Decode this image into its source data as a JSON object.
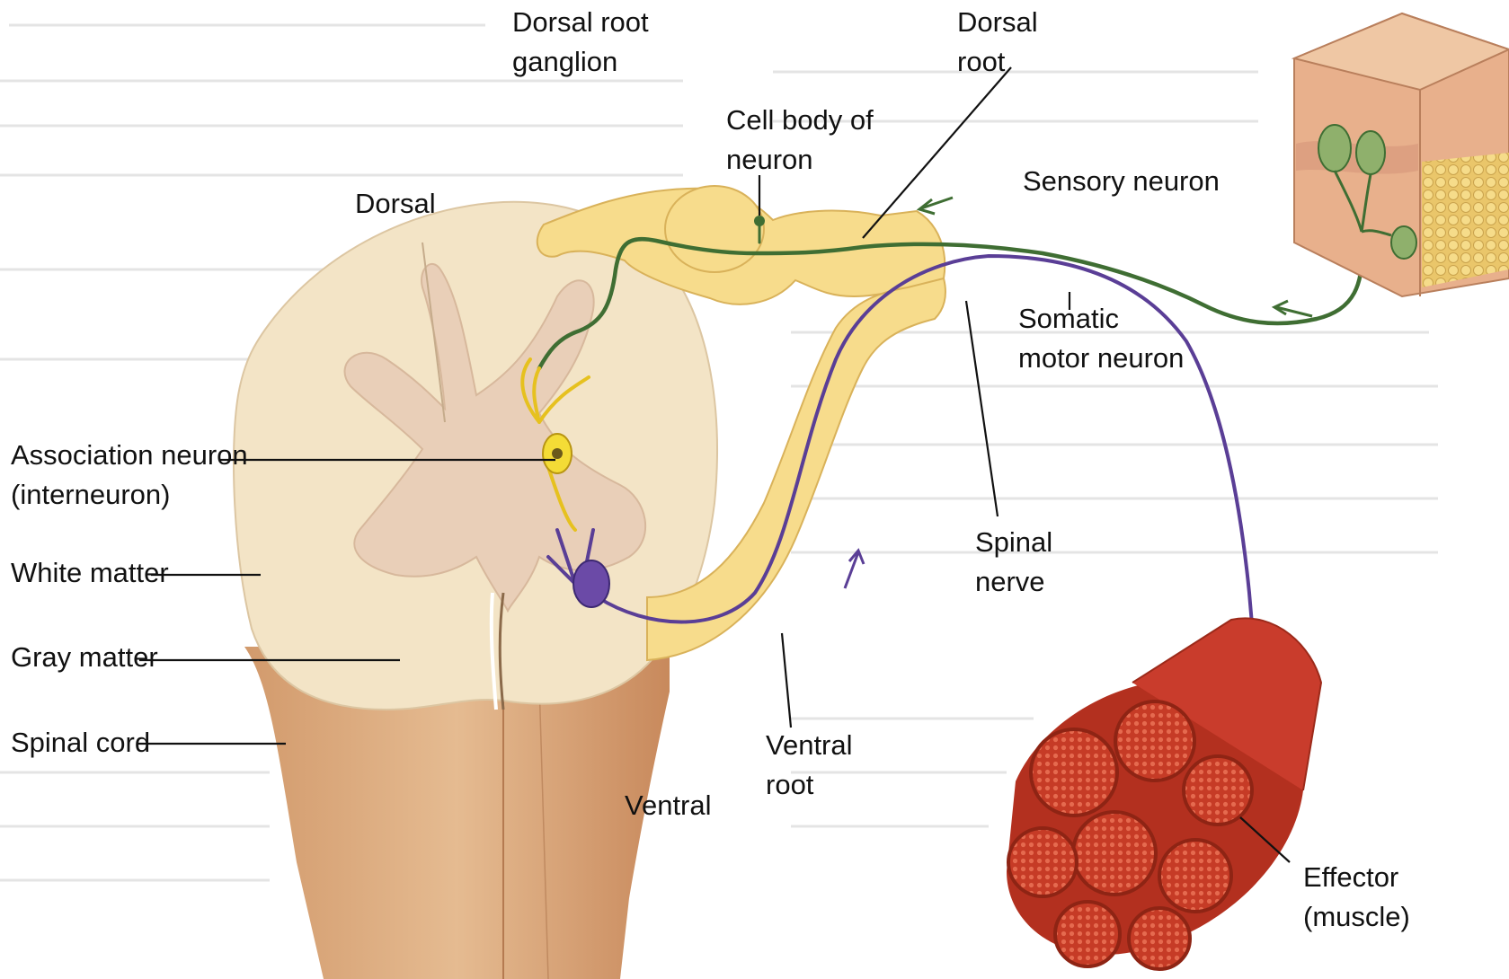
{
  "labels": {
    "dorsal_root_ganglion": [
      "Dorsal root",
      "ganglion"
    ],
    "dorsal_root": [
      "Dorsal",
      "root"
    ],
    "cell_body": [
      "Cell body of",
      "neuron"
    ],
    "sensory_neuron": "Sensory neuron",
    "dorsal": "Dorsal",
    "somatic_motor_neuron": [
      "Somatic",
      "motor neuron"
    ],
    "association_neuron": [
      "Association neuron",
      "(interneuron)"
    ],
    "white_matter": "White matter",
    "gray_matter": "Gray matter",
    "spinal_cord": "Spinal cord",
    "spinal_nerve": [
      "Spinal",
      "nerve"
    ],
    "ventral_root": [
      "Ventral",
      "root"
    ],
    "ventral": "Ventral",
    "effector": [
      "Effector",
      "(muscle)"
    ]
  },
  "colors": {
    "white_matter": "#f3e4c6",
    "gray_matter": "#e9cfb8",
    "nerve": "#f7dc8c",
    "sensory_neuron": "#3f6e33",
    "motor_neuron": "#5a3e96",
    "interneuron": "#f4dc36",
    "muscle": "#c93c2c",
    "skin": "#e8b08c"
  }
}
